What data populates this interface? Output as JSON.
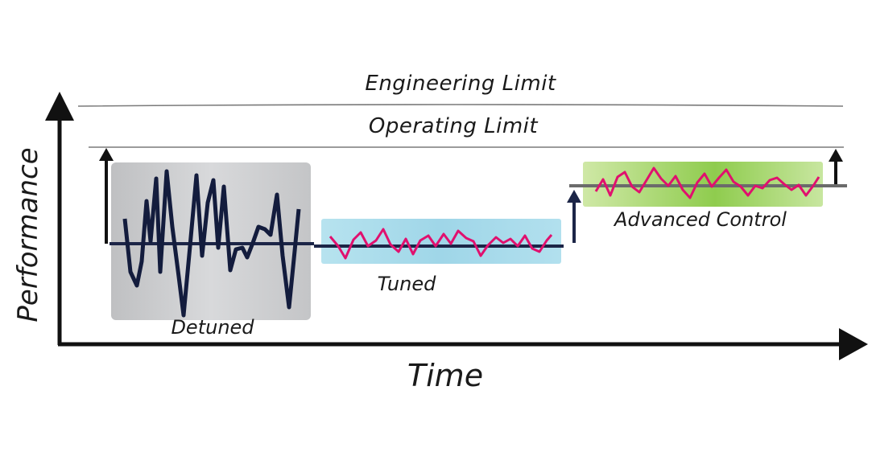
{
  "labels": {
    "engineering_limit": "Engineering Limit",
    "operating_limit": "Operating Limit",
    "detuned": "Detuned",
    "tuned": "Tuned",
    "advanced_control": "Advanced Control",
    "y_axis": "Performance",
    "x_axis": "Time"
  },
  "colors": {
    "axis": "#111111",
    "limit_line": "#777777",
    "detuned_box": "#c9cacc",
    "tuned_box": "#a9dcea",
    "advanced_box": "#a6d36a",
    "detuned_signal": "#131c3d",
    "setpoint_line": "#1c2547",
    "pink_signal": "#e0106e",
    "advanced_setpoint": "#6b6b6b"
  },
  "icons": {
    "y_axis_arrow": "triangle-up",
    "x_axis_arrow": "triangle-right",
    "improvement_arrow": "arrow-up"
  }
}
